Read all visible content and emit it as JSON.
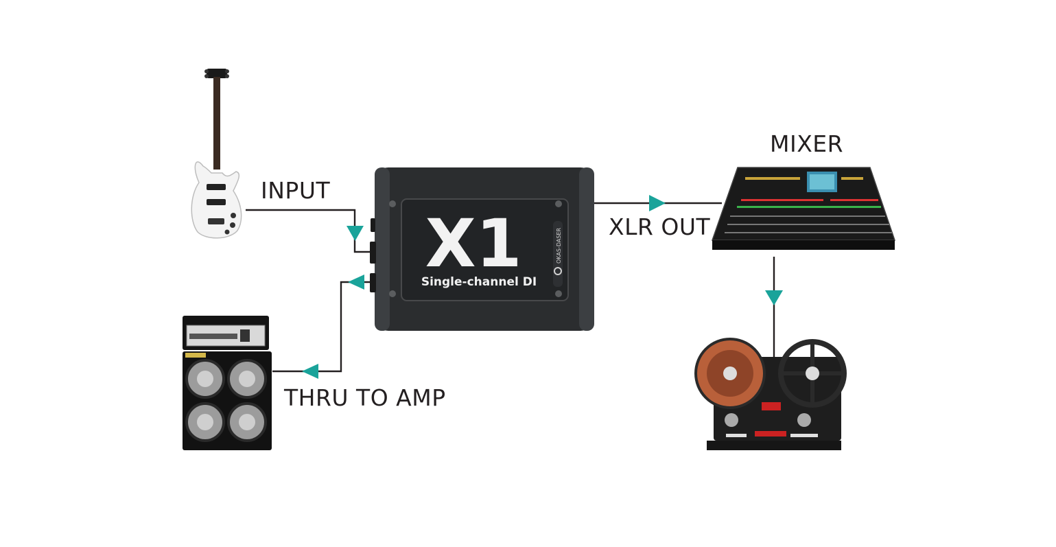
{
  "labels": {
    "input": "INPUT",
    "xlr_out": "XLR OUT",
    "mixer": "MIXER",
    "thru_to_amp": "THRU TO AMP"
  },
  "device": {
    "model": "X1",
    "subtitle": "Single-channel DI",
    "brand": "OKAS-DASER"
  },
  "colors": {
    "arrow": "#1aa39a",
    "line": "#231f20",
    "device_body": "#2b2d2f"
  }
}
